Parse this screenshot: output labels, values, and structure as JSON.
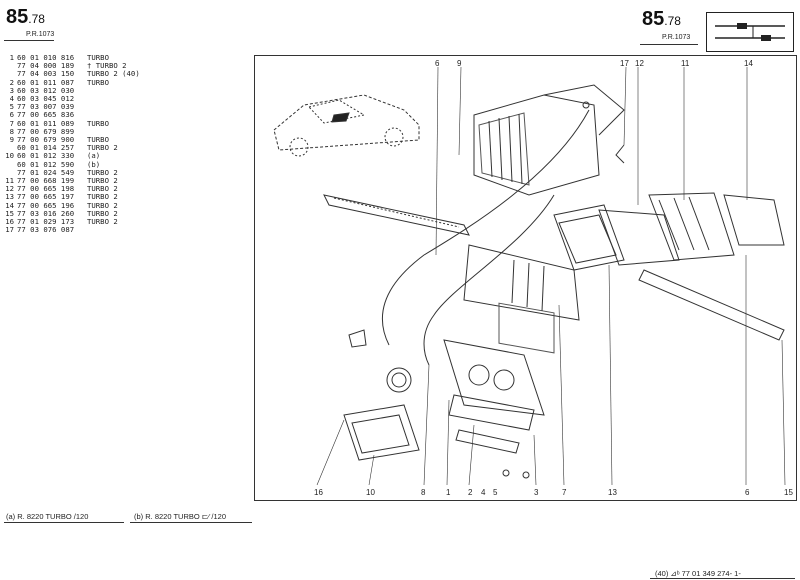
{
  "header": {
    "page_left": "85",
    "page_left_sub": ".78",
    "pr_left": "P.R.1073",
    "page_right": "85",
    "page_right_sub": ".78",
    "pr_right": "P.R.1073"
  },
  "parts": [
    {
      "idx": "1",
      "code": "60 01 010 816",
      "note": "TURBO"
    },
    {
      "idx": "",
      "code": "77 04 000 189",
      "note": "† TURBO 2"
    },
    {
      "idx": "",
      "code": "77 04 003 150",
      "note": "TURBO 2 (40)"
    },
    {
      "idx": "2",
      "code": "60 01 011 087",
      "note": "TURBO"
    },
    {
      "idx": "3",
      "code": "60 03 012 030",
      "note": ""
    },
    {
      "idx": "4",
      "code": "60 03 045 012",
      "note": ""
    },
    {
      "idx": "5",
      "code": "77 03 007 039",
      "note": ""
    },
    {
      "idx": "6",
      "code": "77 00 665 836",
      "note": ""
    },
    {
      "idx": "7",
      "code": "60 01 011 089",
      "note": "TURBO"
    },
    {
      "idx": "8",
      "code": "77 00 679 899",
      "note": ""
    },
    {
      "idx": "9",
      "code": "77 00 679 900",
      "note": "TURBO"
    },
    {
      "idx": "",
      "code": "60 01 014 257",
      "note": "TURBO 2"
    },
    {
      "idx": "10",
      "code": "60 01 012 330",
      "note": "(a)"
    },
    {
      "idx": "",
      "code": "60 01 012 590",
      "note": "(b)"
    },
    {
      "idx": "",
      "code": "77 01 024 549",
      "note": "TURBO 2"
    },
    {
      "idx": "11",
      "code": "77 00 668 199",
      "note": "TURBO 2"
    },
    {
      "idx": "12",
      "code": "77 00 665 198",
      "note": "TURBO 2"
    },
    {
      "idx": "13",
      "code": "77 00 665 197",
      "note": "TURBO 2"
    },
    {
      "idx": "14",
      "code": "77 00 665 196",
      "note": "TURBO 2"
    },
    {
      "idx": "15",
      "code": "77 03 016 260",
      "note": "TURBO 2"
    },
    {
      "idx": "16",
      "code": "77 01 029 173",
      "note": "TURBO 2"
    },
    {
      "idx": "17",
      "code": "77 03 076 087",
      "note": ""
    }
  ],
  "callouts_top": [
    "6",
    "9",
    "17",
    "12",
    "11",
    "14"
  ],
  "callouts_bottom": [
    "16",
    "10",
    "8",
    "1",
    "2",
    "4",
    "5",
    "3",
    "7",
    "13",
    "6",
    "15"
  ],
  "footnotes": {
    "a": "(a)  R. 8220  TURBO /120",
    "b": "(b)  R. 8220  TURBO ⊏⁄ /120"
  },
  "footer_ref": "(40)   ⊿ᵇ   77 01 349 274-  1-"
}
